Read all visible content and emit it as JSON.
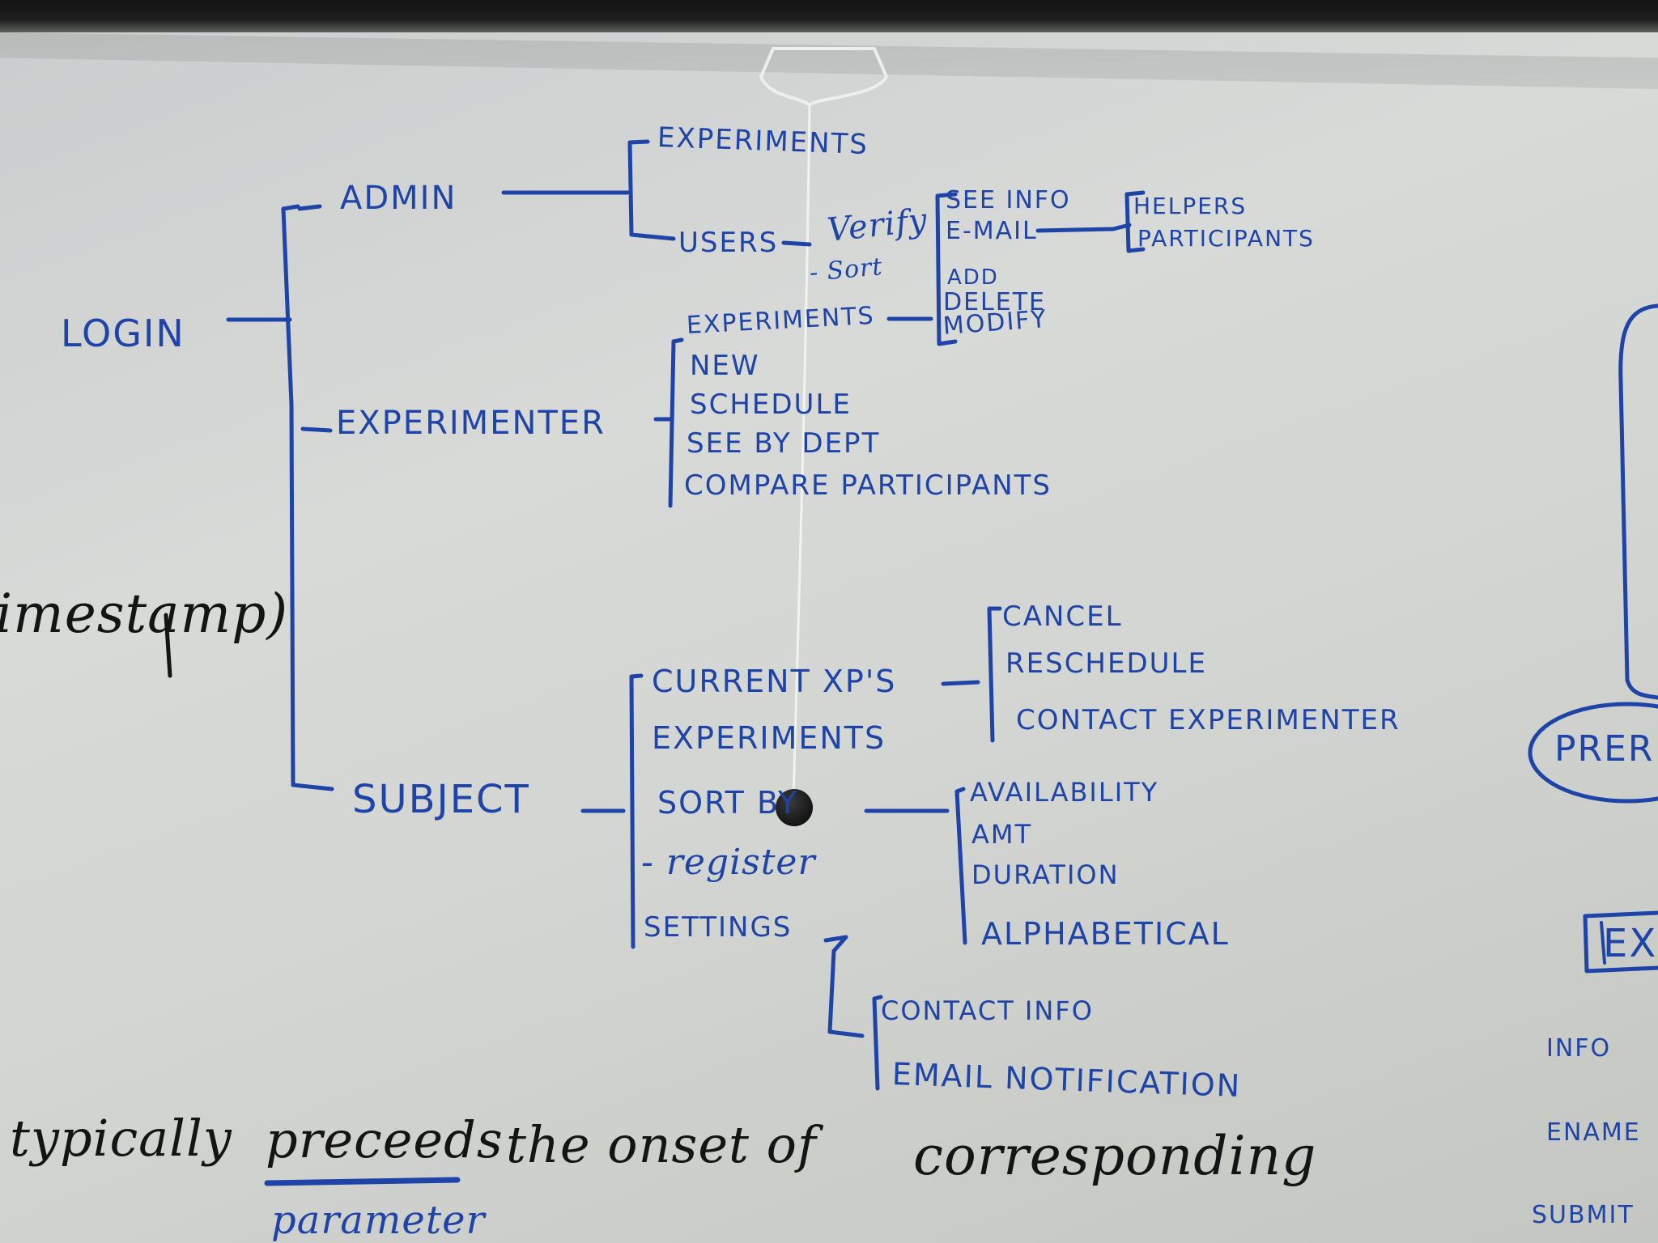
{
  "root": "LOGIN",
  "admin": {
    "label": "ADMIN",
    "experiments": "EXPERIMENTS",
    "users": "USERS",
    "verify": "Verify",
    "sort": "- Sort",
    "see_info": "SEE INFO",
    "email": "E-MAIL",
    "helpers": "HELPERS",
    "participants": "PARTICIPANTS",
    "add": "ADD",
    "delete": "DELETE",
    "modify": "MODIFY"
  },
  "experimenter": {
    "label": "EXPERIMENTER",
    "items": [
      "EXPERIMENTS",
      "NEW",
      "SCHEDULE",
      "SEE BY DEPT",
      "COMPARE PARTICIPANTS"
    ]
  },
  "subject": {
    "label": "SUBJECT",
    "current_xps": "CURRENT XP'S",
    "current_actions": [
      "CANCEL",
      "RESCHEDULE",
      "CONTACT EXPERIMENTER"
    ],
    "experiments": "EXPERIMENTS",
    "sort_by": "SORT BY",
    "sort_options": [
      "AVAILABILITY",
      "AMT",
      "DURATION",
      "ALPHABETICAL"
    ],
    "register": "- register",
    "settings": "SETTINGS",
    "settings_items": [
      "CONTACT INFO",
      "EMAIL NOTIFICATION"
    ]
  },
  "left_fragment": "imestamp)",
  "bottom_text": {
    "w1": "typically",
    "w2": "preceeds",
    "w3": "the onset of",
    "w4": "corresponding",
    "sub": "parameter"
  },
  "right_fragments": [
    "PRER",
    "EX",
    "INFO",
    "ENAME",
    "SUBMIT"
  ],
  "colors": {
    "marker_blue": "#1f44a8",
    "marker_black": "#141414",
    "board": "#d6d8d6"
  }
}
